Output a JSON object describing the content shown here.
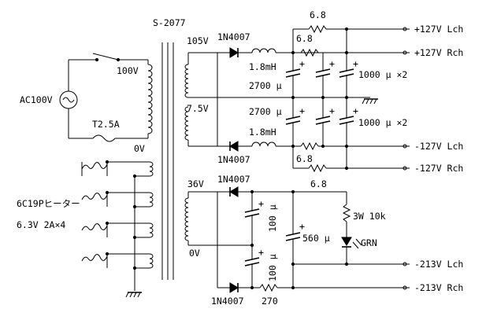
{
  "transformer": {
    "model": "S-2077"
  },
  "primary": {
    "source": "AC100V",
    "tap": "100V",
    "common": "0V",
    "fuse": "T2.5A"
  },
  "heater": {
    "tube": "6C19Pヒーター",
    "rating": "6.3V 2A×4"
  },
  "hv_winding": {
    "top_tap": "105V",
    "center_tap": "7.5V"
  },
  "hv_supply": {
    "diode_top": "1N4007",
    "diode_bottom": "1N4007",
    "choke_top": "1.8mH",
    "choke_bottom": "1.8mH",
    "cap_top": "2700 μ",
    "cap_bottom": "2700 μ",
    "bank_top": "1000 μ ×2",
    "bank_bottom": "1000 μ ×2",
    "r1": "6.8",
    "r2": "6.8",
    "r3": "6.8"
  },
  "outputs": {
    "pos_l": "+127V Lch",
    "pos_r": "+127V Rch",
    "neg_l": "-127V Lch",
    "neg_r": "-127V Rch",
    "neg213_l": "-213V Lch",
    "neg213_r": "-213V Rch"
  },
  "bias_supply": {
    "winding_top": "36V",
    "winding_bottom": "0V",
    "diode_top": "1N4007",
    "diode_bottom": "1N4007",
    "cap1": "100 μ",
    "cap2": "100 μ",
    "cap_filter": "560 μ",
    "r_series_top": "6.8",
    "r_series_bottom": "270",
    "r_led": "3W 10k",
    "led": "GRN"
  }
}
